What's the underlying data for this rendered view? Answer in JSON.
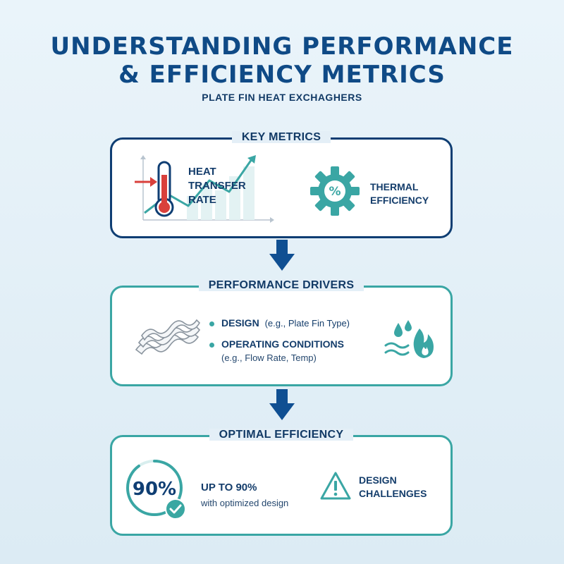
{
  "header": {
    "title_line1": "UNDERSTANDING PERFORMANCE",
    "title_line2": "& EFFICIENCY METRICS",
    "subtitle": "PLATE FIN HEAT EXCHAGHERS"
  },
  "key_metrics": {
    "title": "KEY METRICS",
    "heat_transfer": [
      "HEAT",
      "TRANSFER",
      "RATE"
    ],
    "thermal_efficiency": [
      "THERMAL",
      "EFFICIENCY"
    ],
    "gear_symbol": "%"
  },
  "performance_drivers": {
    "title": "PERFORMANCE DRIVERS",
    "design_bold": "DESIGN",
    "design_note": "(e.g., Plate Fin Type)",
    "operating_bold": "OPERATING CONDITIONS",
    "operating_note": "(e.g., Flow Rate, Temp)"
  },
  "optimal_efficiency": {
    "title": "OPTIMAL EFFICIENCY",
    "badge": "90%",
    "progress": 0.9,
    "up_to": "UP TO 90%",
    "up_to_note": "with optimized design",
    "challenges": [
      "DESIGN",
      "CHALLENGES"
    ]
  },
  "colors": {
    "navy": "#0f3e73",
    "teal": "#3aa6a4",
    "red": "#d9403b",
    "green": "#3aa7a2"
  }
}
